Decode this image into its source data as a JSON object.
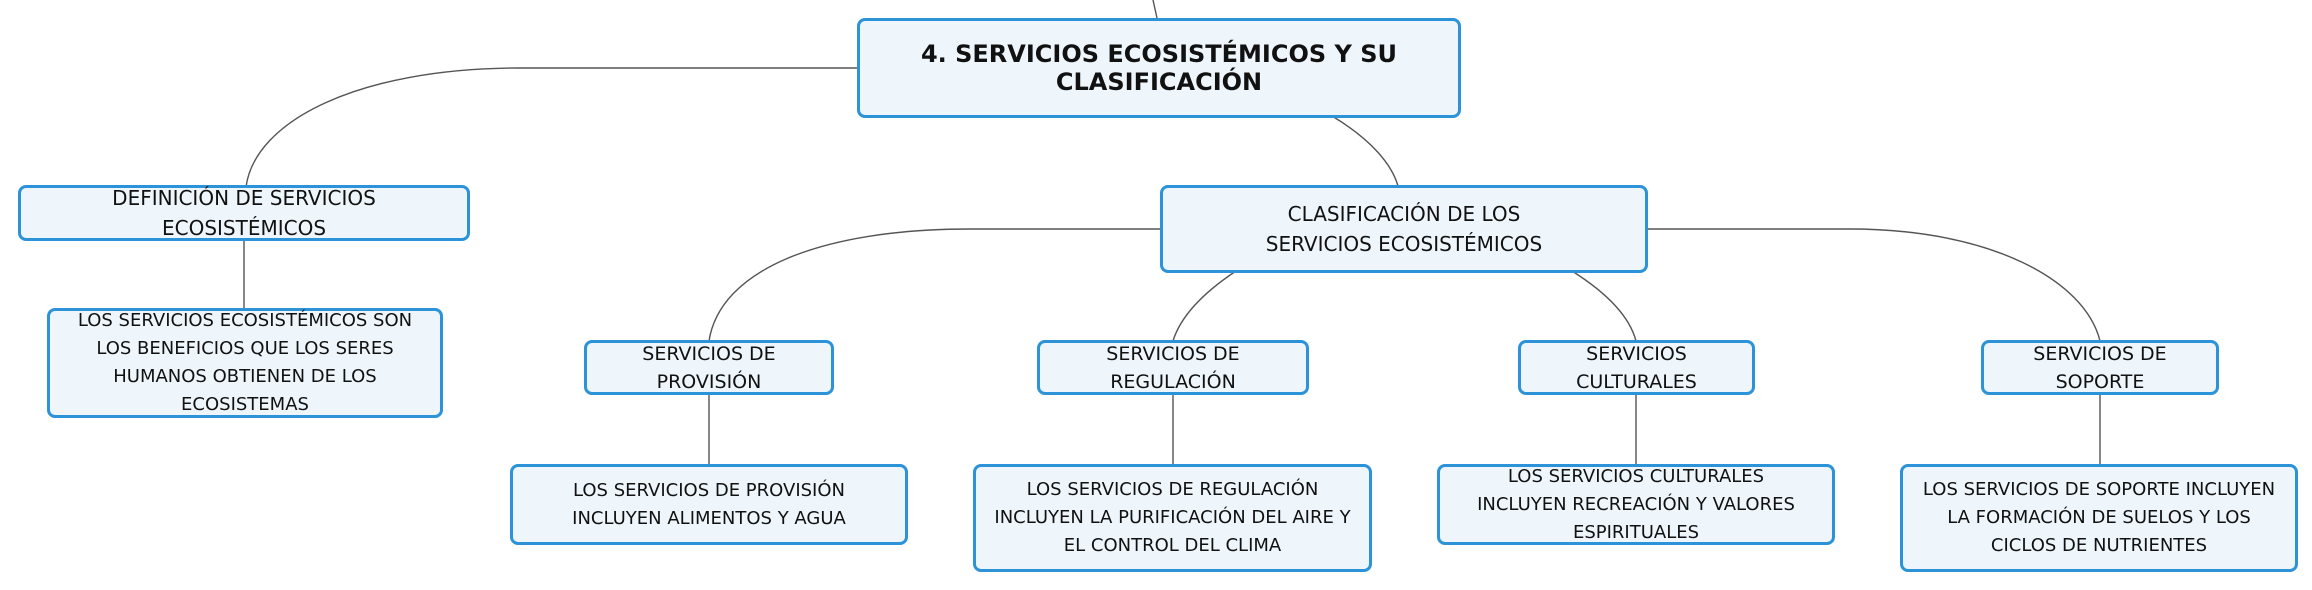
{
  "root": {
    "label": "4. SERVICIOS ECOSISTÉMICOS Y SU CLASIFICACIÓN"
  },
  "definition": {
    "label": "DEFINICIÓN DE SERVICIOS ECOSISTÉMICOS",
    "description": "LOS SERVICIOS ECOSISTÉMICOS SON LOS BENEFICIOS QUE LOS SERES HUMANOS OBTIENEN DE LOS ECOSISTEMAS"
  },
  "classification": {
    "label": "CLASIFICACIÓN DE LOS SERVICIOS ECOSISTÉMICOS",
    "types": [
      {
        "label": "SERVICIOS DE PROVISIÓN",
        "description": "LOS SERVICIOS DE PROVISIÓN INCLUYEN ALIMENTOS Y AGUA"
      },
      {
        "label": "SERVICIOS DE REGULACIÓN",
        "description": "LOS SERVICIOS DE REGULACIÓN INCLUYEN LA PURIFICACIÓN DEL AIRE Y EL CONTROL DEL CLIMA"
      },
      {
        "label": "SERVICIOS CULTURALES",
        "description": "LOS SERVICIOS CULTURALES INCLUYEN RECREACIÓN Y VALORES ESPIRITUALES"
      },
      {
        "label": "SERVICIOS DE SOPORTE",
        "description": "LOS SERVICIOS DE SOPORTE INCLUYEN LA FORMACIÓN DE SUELOS Y LOS CICLOS DE NUTRIENTES"
      }
    ]
  },
  "colors": {
    "node_border": "#2c93d9",
    "node_fill": "#eef6fc",
    "connector": "#555555"
  }
}
